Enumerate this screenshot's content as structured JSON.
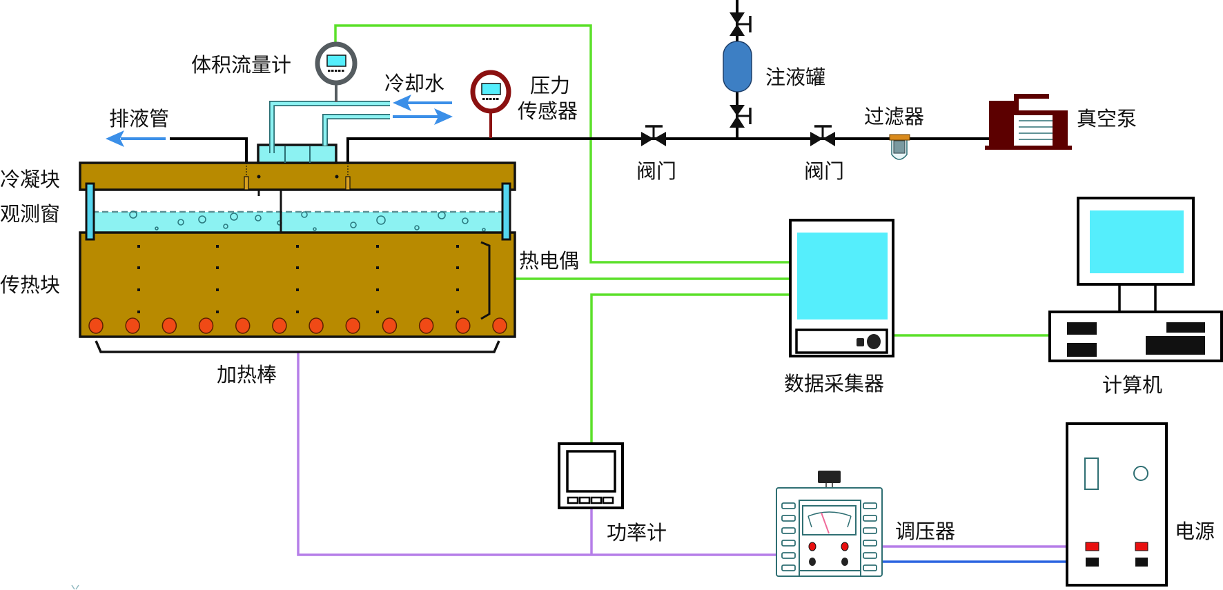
{
  "title": "Experimental system schematic",
  "colors": {
    "block": "#b88a00",
    "liquid": "#8cf2f2",
    "screen": "#55eefc",
    "heater": "#f04a16",
    "signal_line": "#5be02a",
    "power_line_live": "#b57ee8",
    "power_line_neutral": "#2a64e0",
    "cooling_arrow": "#3b8fe8",
    "tank": "#3d7fc4",
    "pump": "#5c0000",
    "pressure_sensor": "#8b1010",
    "flow_meter": "#555c60"
  },
  "labels": {
    "condensing_block": "冷凝块",
    "observation_window": "观测窗",
    "heat_transfer_block": "传热块",
    "drain_pipe": "排液管",
    "flow_meter": "体积流量计",
    "cooling_water": "冷却水",
    "pressure_sensor_line1": "压力",
    "pressure_sensor_line2": "传感器",
    "valve_1": "阀门",
    "valve_2": "阀门",
    "injection_tank": "注液罐",
    "filter": "过滤器",
    "vacuum_pump": "真空泵",
    "thermocouple": "热电偶",
    "heating_rods": "加热棒",
    "data_logger": "数据采集器",
    "computer": "计算机",
    "power_meter": "功率计",
    "voltage_regulator": "调压器",
    "power_supply": "电源"
  },
  "components": {
    "heater_count": 12,
    "thermocouple_columns": 5,
    "thermocouple_rows": 4
  }
}
